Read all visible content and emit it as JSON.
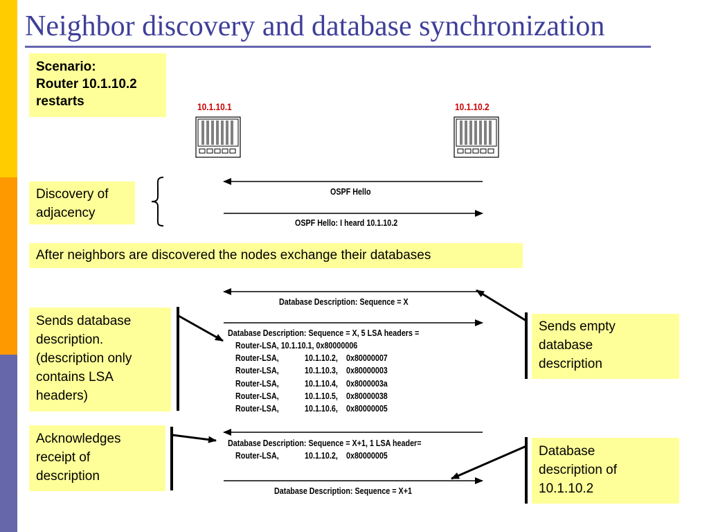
{
  "title": "Neighbor discovery and database synchronization",
  "colors": {
    "title": "#3f3f9a",
    "note_bg": "#ffff99",
    "node_label": "#cc0000",
    "sidebar": [
      "#ffcc00",
      "#ff9900",
      "#6666aa"
    ]
  },
  "scenario": {
    "line1": "Scenario:",
    "line2": "Router 10.1.10.2",
    "line3": "restarts"
  },
  "nodes": {
    "left": {
      "label": "10.1.10.1",
      "icon": "router-icon"
    },
    "right": {
      "label": "10.1.10.2",
      "icon": "router-icon"
    }
  },
  "discovery": {
    "note_line1": "Discovery of",
    "note_line2": "adjacency",
    "hello": "OSPF Hello",
    "hello_reply": "OSPF Hello: I heard 10.1.10.2"
  },
  "banner": "After neighbors are discovered the nodes exchange their databases",
  "exchange": {
    "dd_empty": "Database Description: Sequence = X",
    "dd_full_header": "Database Description: Sequence = X,  5 LSA headers =",
    "dd_full_rows": [
      {
        "type": "Router-LSA, 10.1.10.1, 0x80000006",
        "id": "",
        "seq": ""
      },
      {
        "type": "Router-LSA,",
        "id": "10.1.10.2,",
        "seq": "0x80000007"
      },
      {
        "type": "Router-LSA,",
        "id": "10.1.10.3,",
        "seq": "0x80000003"
      },
      {
        "type": "Router-LSA,",
        "id": "10.1.10.4,",
        "seq": "0x8000003a"
      },
      {
        "type": "Router-LSA,",
        "id": "10.1.10.5,",
        "seq": "0x80000038"
      },
      {
        "type": "Router-LSA,",
        "id": "10.1.10.6,",
        "seq": "0x80000005"
      }
    ],
    "dd_ack_header": "Database Description: Sequence = X+1, 1  LSA header=",
    "dd_ack_row": {
      "type": "Router-LSA,",
      "id": "10.1.10.2,",
      "seq": "0x80000005"
    },
    "dd_final": "Database Description: Sequence = X+1"
  },
  "notes": {
    "sends_db": [
      "Sends database",
      "description.",
      "(description only",
      "contains LSA",
      "headers)"
    ],
    "sends_empty": [
      "Sends empty",
      "database",
      "description"
    ],
    "ack": [
      "Acknowledges",
      "receipt of",
      "description"
    ],
    "db_desc": [
      "Database",
      "description of",
      "10.1.10.2"
    ]
  }
}
